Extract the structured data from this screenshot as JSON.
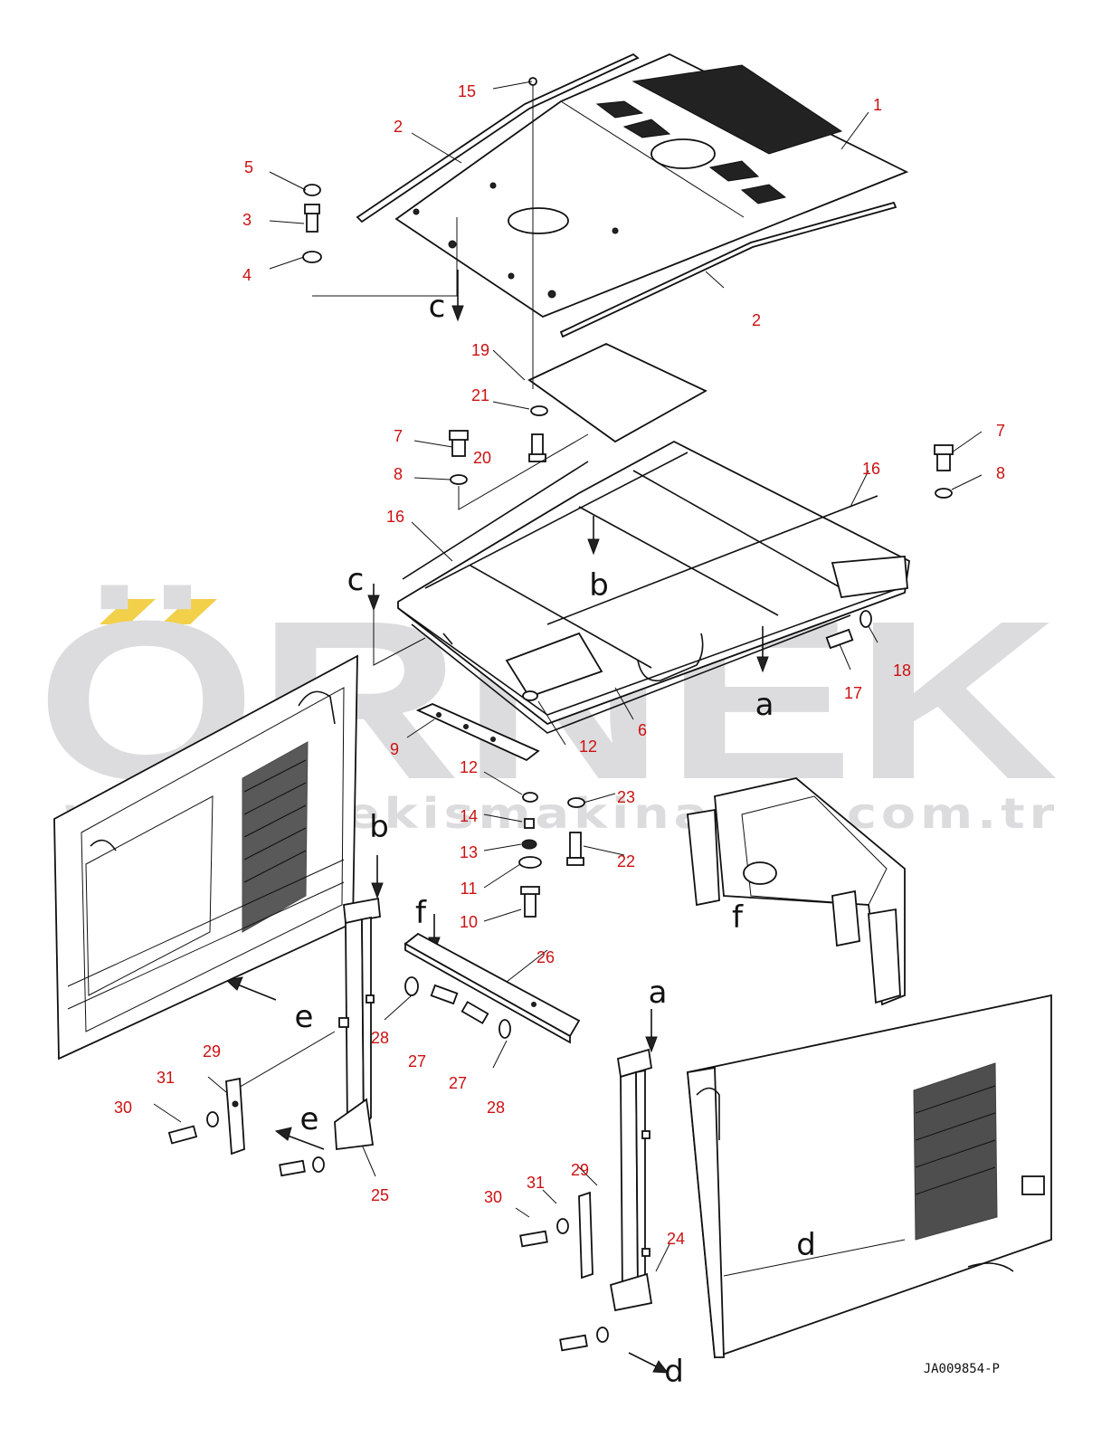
{
  "watermark": {
    "brand": "ÖRNEK",
    "url": "www.ornekismakinalari.com.tr",
    "accent_color": "#f2d04a",
    "text_color": "#dcdcde"
  },
  "drawing_code": "JA009854-P",
  "view_labels": [
    "a",
    "a",
    "b",
    "b",
    "c",
    "c",
    "d",
    "d",
    "e",
    "e",
    "f",
    "f"
  ],
  "callouts": [
    "1",
    "2",
    "2",
    "3",
    "4",
    "5",
    "6",
    "7",
    "7",
    "8",
    "8",
    "9",
    "10",
    "11",
    "12",
    "12",
    "13",
    "14",
    "15",
    "16",
    "16",
    "17",
    "18",
    "19",
    "20",
    "21",
    "22",
    "23",
    "24",
    "25",
    "26",
    "27",
    "27",
    "28",
    "28",
    "29",
    "29",
    "30",
    "30",
    "31",
    "31"
  ],
  "label_color": "#cc1111"
}
